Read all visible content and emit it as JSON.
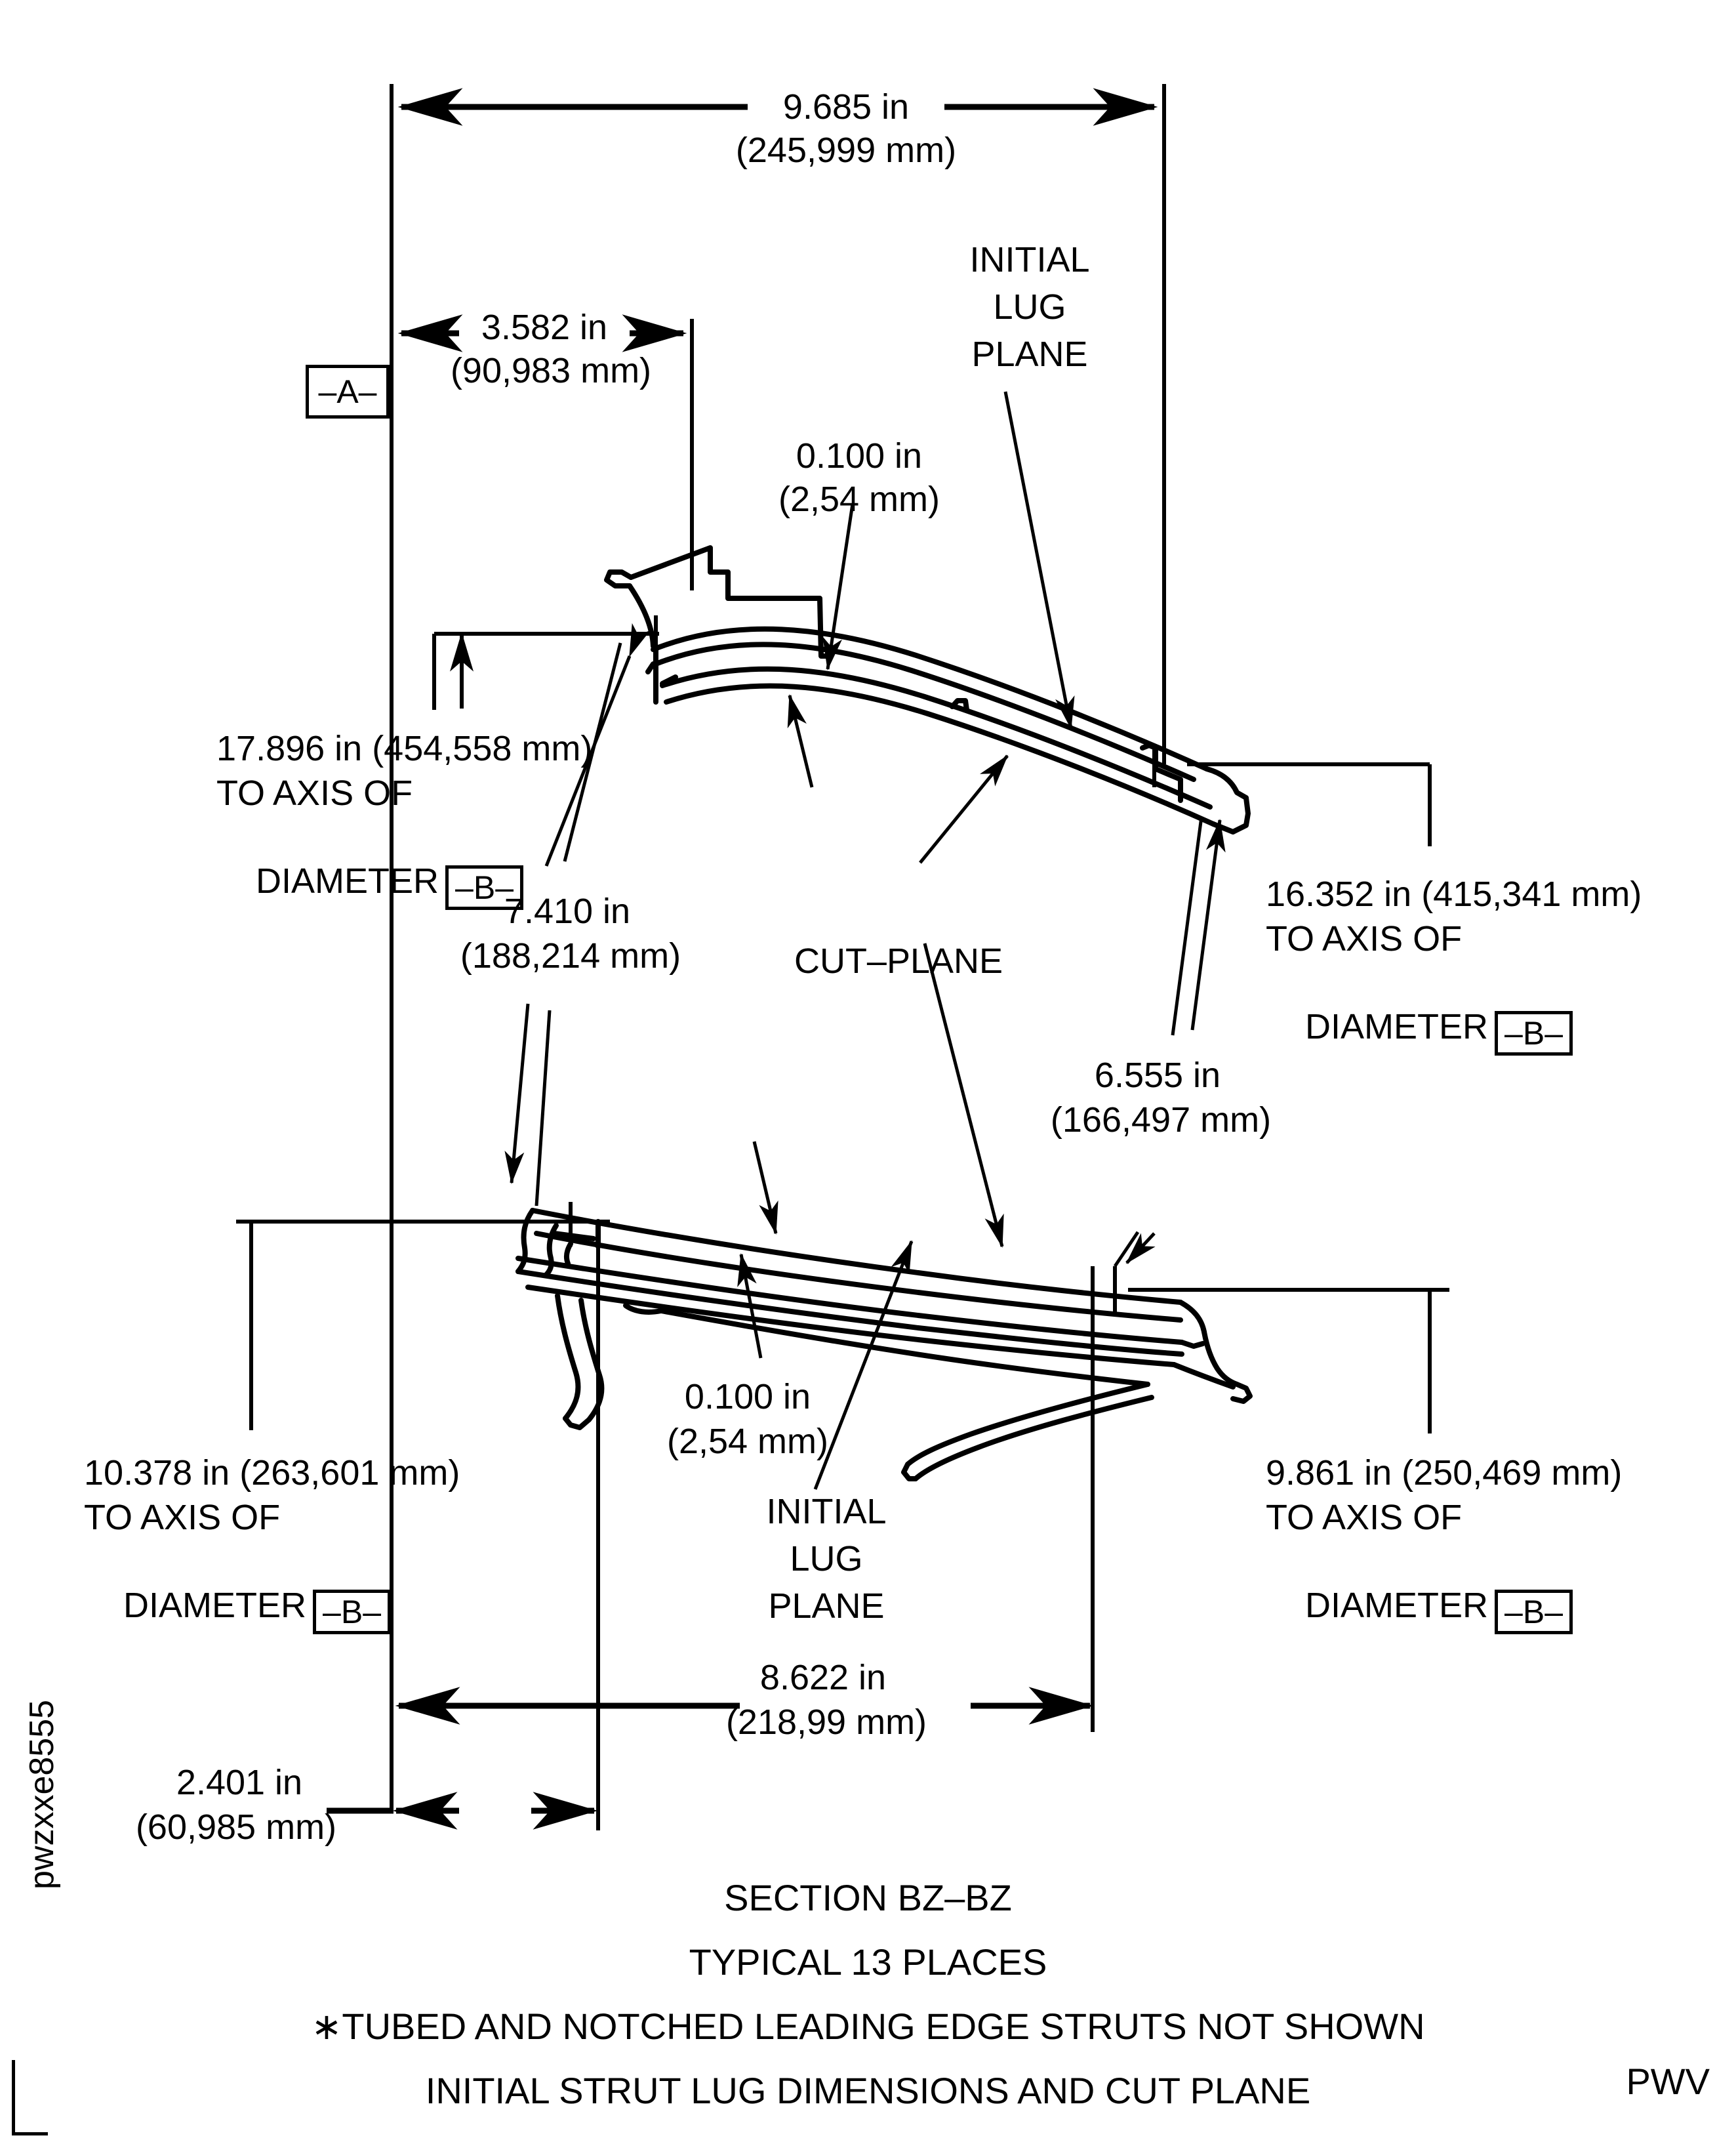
{
  "drawing": {
    "title_lines": [
      "SECTION BZ–BZ",
      "TYPICAL 13 PLACES",
      "∗TUBED AND NOTCHED LEADING EDGE STRUTS NOT SHOWN",
      "INITIAL STRUT LUG DIMENSIONS AND CUT PLANE"
    ],
    "sheet_id": "pwzxxe8555",
    "corner_code": "PWV",
    "line_color": "#000000",
    "background_color": "#ffffff"
  },
  "datums": {
    "a_label": "–A–",
    "b_label": "–B–"
  },
  "dimensions": {
    "overall_top": {
      "inch": "9.685 in",
      "mm": "(245,999 mm)"
    },
    "top_left_offset": {
      "inch": "3.582 in",
      "mm": "(90,983 mm)"
    },
    "upper_gap": {
      "inch": "0.100 in",
      "mm": "(2,54 mm)"
    },
    "lower_gap": {
      "inch": "0.100 in",
      "mm": "(2,54 mm)"
    },
    "left_slant": {
      "inch": "7.410 in",
      "mm": "(188,214 mm)"
    },
    "right_slant": {
      "inch": "6.555 in",
      "mm": "(166,497 mm)"
    },
    "bottom_overall": {
      "inch": "8.622 in",
      "mm": "(218,99 mm)"
    },
    "bottom_left_offset": {
      "inch": "2.401 in",
      "mm": "(60,985 mm)"
    },
    "upper_left_radial": {
      "value": "17.896 in (454,558 mm)",
      "line2": "TO AXIS OF",
      "line3": "DIAMETER"
    },
    "upper_right_radial": {
      "value": "16.352 in (415,341 mm)",
      "line2": "TO AXIS OF",
      "line3": "DIAMETER"
    },
    "lower_left_radial": {
      "value": "10.378 in (263,601 mm)",
      "line2": "TO AXIS OF",
      "line3": "DIAMETER"
    },
    "lower_right_radial": {
      "value": "9.861 in (250,469 mm)",
      "line2": "TO AXIS OF",
      "line3": "DIAMETER"
    }
  },
  "annotations": {
    "initial_lug_plane_top": "INITIAL\nLUG\nPLANE",
    "initial_lug_plane_bottom": "INITIAL\nLUG\nPLANE",
    "cut_plane": "CUT–PLANE"
  }
}
